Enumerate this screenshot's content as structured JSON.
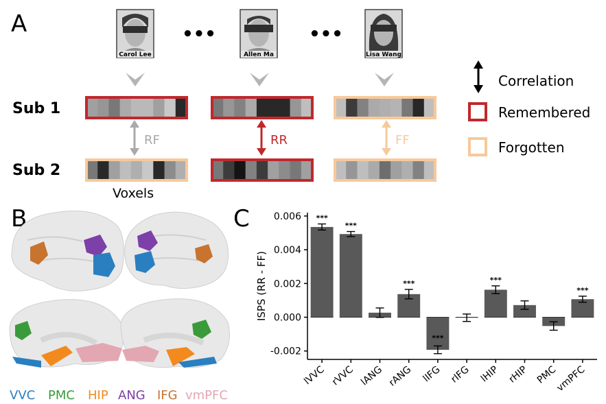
{
  "panel_a": {
    "letter": "A",
    "faces": [
      {
        "name": "Carol Lee"
      },
      {
        "name": "Allen Ma"
      },
      {
        "name": "Lisa Wang"
      }
    ],
    "ellipsis": "•••",
    "sub1_label": "Sub 1",
    "sub2_label": "Sub 2",
    "voxels_label": "Voxels",
    "correlations": [
      "RF",
      "RR",
      "FF"
    ],
    "legend": {
      "correlation": "Correlation",
      "remembered": "Remembered",
      "forgotten": "Forgotten"
    },
    "colors": {
      "remembered": "#c0282d",
      "forgotten": "#f7c99a",
      "rf_arrow": "#a9a9a9",
      "rr_arrow": "#c0282d",
      "ff_arrow": "#f7c99a"
    }
  },
  "panel_b": {
    "letter": "B",
    "regions": [
      {
        "label": "VVC",
        "color": "#2a7fc0"
      },
      {
        "label": "PMC",
        "color": "#3a9b3a"
      },
      {
        "label": "HIP",
        "color": "#f28a1e"
      },
      {
        "label": "ANG",
        "color": "#7d3fa8"
      },
      {
        "label": "IFG",
        "color": "#c8732e"
      },
      {
        "label": "vmPFC",
        "color": "#e3a7b2"
      }
    ]
  },
  "panel_c": {
    "letter": "C"
  },
  "chart_data": {
    "type": "bar",
    "ylabel": "ISPS (RR - FF)",
    "ylim": [
      -0.0025,
      0.0062
    ],
    "yticks": [
      -0.002,
      0.0,
      0.002,
      0.004,
      0.006
    ],
    "ytick_labels": [
      "-0.002",
      "0.000",
      "0.002",
      "0.004",
      "0.006"
    ],
    "categories": [
      "lVVC",
      "rVVC",
      "lANG",
      "rANG",
      "lIFG",
      "rIFG",
      "lHIP",
      "rHIP",
      "PMC",
      "vmPFC"
    ],
    "values": [
      0.00535,
      0.00493,
      0.00027,
      0.00137,
      -0.00193,
      -3e-05,
      0.00163,
      0.00072,
      -0.00052,
      0.00107
    ],
    "errors": [
      0.00018,
      0.00015,
      0.00028,
      0.00028,
      0.00023,
      0.00022,
      0.00023,
      0.00025,
      0.00025,
      0.00018
    ],
    "significance": [
      "***",
      "***",
      "",
      "***",
      "***",
      "",
      "***",
      "",
      "",
      "***"
    ],
    "bar_color": "#595959"
  }
}
